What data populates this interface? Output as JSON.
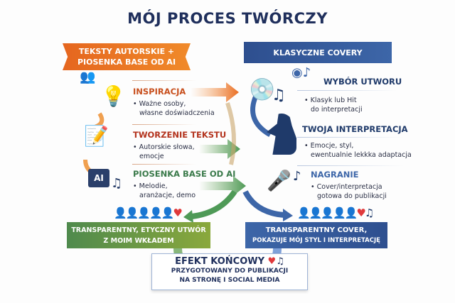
{
  "title": "MÓJ PROCES TWÓRCZY",
  "left": {
    "banner": [
      "TEKSTY AUTORSKIE +",
      "PIOSENKA BASE OD AI"
    ],
    "steps": [
      {
        "heading": "INSPIRACJA",
        "bullets": [
          "• Ważne osoby,",
          "własne doświadczenia"
        ],
        "color": "#c8501e"
      },
      {
        "heading": "TWORZENIE TEKSTU",
        "bullets": [
          "• Autorskie słowa,",
          "emocje"
        ],
        "color": "#b3331d"
      },
      {
        "heading": "PIOSENKA BASE OD AI",
        "bullets": [
          "• Melodie,",
          "aranżacje, demo"
        ],
        "color": "#3a7a4a"
      }
    ],
    "ai_label": "AI",
    "result": [
      "TRANSPARENTNY, ETYCZNY UTWÓR",
      "Z MOIM WKŁADEM"
    ]
  },
  "right": {
    "banner": "KLASYCZNE COVERY",
    "steps": [
      {
        "heading": "WYBÓR UTWORU",
        "bullets": [
          "• Klasyk lub Hit",
          "do interpretacji"
        ]
      },
      {
        "heading": "TWOJA INTERPRETACJA",
        "bullets": [
          "• Emocje, styl,",
          "ewentualnie lekkka adaptacja"
        ]
      },
      {
        "heading": "NAGRANIE",
        "bullets": [
          "• Cover/interpretacja",
          "gotowa do publikacji"
        ]
      }
    ],
    "result": [
      "TRANSPARENTNY COVER,",
      "POKAZUJE MÓJ STYL I INTERPRETACJĘ"
    ]
  },
  "final": {
    "heading": "EFEKT KOŃCOWY",
    "lines": [
      "PRZYGOTOWANY DO PUBLIKACJI",
      "NA STRONĘ I SOCIAL MEDIA"
    ]
  },
  "colors": {
    "navy": "#1f2f5c",
    "orange": "#e5661f",
    "green": "#4f8a4d",
    "blue": "#2e4f8f"
  }
}
